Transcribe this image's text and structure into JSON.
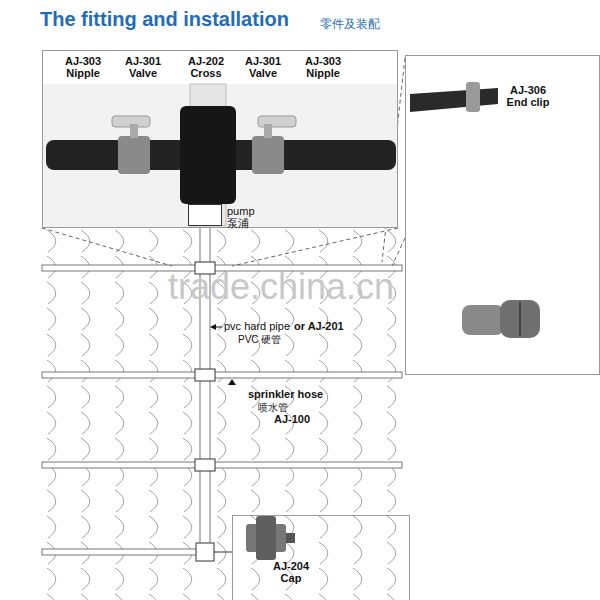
{
  "diagram": {
    "title": "The fitting and installation",
    "nodes": [
      {
        "text": [
          "AJ-303 Nipple",
          "AJ-301 Valve",
          "AJ-202 Cross",
          "AJ-301 Valve",
          "AJ-303 Nipple"
        ]
      },
      {
        "text": [
          "AJ-306 End clip"
        ]
      },
      {
        "text": [
          "pump 泵浦"
        ]
      },
      {
        "text": [
          "AJ-204 Cap"
        ]
      }
    ],
    "labels": [
      "零件及装配",
      "pvc hard pipe",
      "or AJ-201",
      "PVC 硬管",
      "sprinkler hose",
      "喷水管",
      "AJ-100",
      "trade.china.cn"
    ]
  }
}
